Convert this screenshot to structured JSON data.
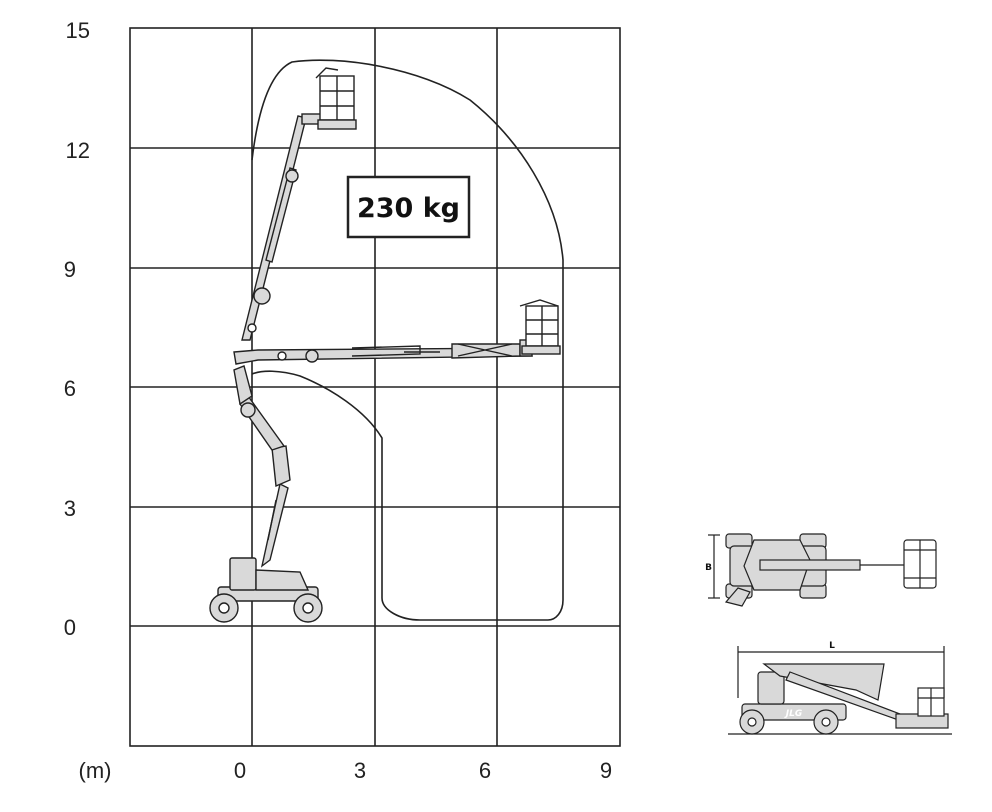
{
  "chart": {
    "capacity_label": "230 kg",
    "x_unit_label": "(m)",
    "y_ticks": [
      "15",
      "12",
      "9",
      "6",
      "3",
      "0"
    ],
    "x_ticks": [
      "0",
      "3",
      "6",
      "9"
    ]
  },
  "dimensions": {
    "width_label": "B",
    "length_label": "L"
  },
  "logo": {
    "text": "JLG"
  },
  "colors": {
    "line": "#222222",
    "machine_fill": "#d9d9d9",
    "background": "#ffffff"
  }
}
